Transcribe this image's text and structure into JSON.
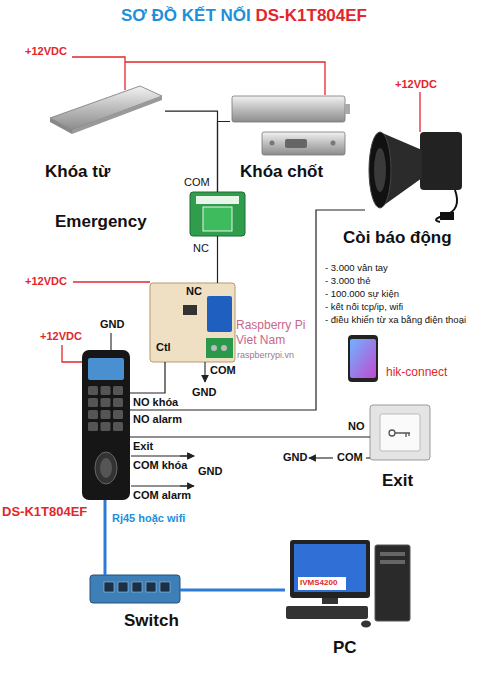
{
  "diagram": {
    "title": "SƠ ĐỒ KẾT NỐI DS-K1T804EF",
    "nodes": [
      {
        "text": [
          "Khóa từ"
        ]
      },
      {
        "text": [
          "Khóa chốt"
        ]
      },
      {
        "text": [
          "Emergency"
        ]
      },
      {
        "text": [
          "Còi báo động"
        ]
      },
      {
        "text": [
          "NC",
          "Ctl"
        ]
      },
      {
        "text": [
          "hik-connect"
        ]
      },
      {
        "text": [
          "DS-K1T804EF"
        ]
      },
      {
        "text": [
          "Exit"
        ]
      },
      {
        "text": [
          "Switch"
        ]
      },
      {
        "text": [
          "PC"
        ]
      }
    ],
    "edges": [
      {
        "from": 0,
        "to": 2,
        "arrow": "none"
      },
      {
        "from": 1,
        "to": 2,
        "arrow": "none"
      },
      {
        "from": 2,
        "to": 4,
        "arrow": "none"
      },
      {
        "from": 4,
        "to": 6,
        "arrow": "none"
      },
      {
        "from": 3,
        "to": 6,
        "arrow": "none"
      },
      {
        "from": 7,
        "to": 6,
        "arrow": "none"
      },
      {
        "from": 6,
        "to": 8,
        "label": "Rj45 hoặc wifi",
        "arrow": "none"
      },
      {
        "from": 8,
        "to": 9,
        "arrow": "none"
      }
    ],
    "labels": [
      "+12VDC",
      "COM",
      "NC",
      "+12VDC",
      "- 3.000 vân tay",
      "- 3.000 thẻ",
      "- 100.000 sự kiện",
      "- kết nối tcp/ip, wifi",
      "- điều khiển từ xa bằng điện thoại",
      "+12VDC",
      "Raspberry Pi",
      "Viet Nam",
      "raspberrypi.vn",
      "+12VDC",
      "GND",
      "COM",
      "GND",
      "NO khóa",
      "NO alarm",
      "Exit",
      "COM khóa",
      "COM alarm",
      "GND",
      "NO",
      "COM",
      "GND",
      "IVMS4200"
    ]
  }
}
